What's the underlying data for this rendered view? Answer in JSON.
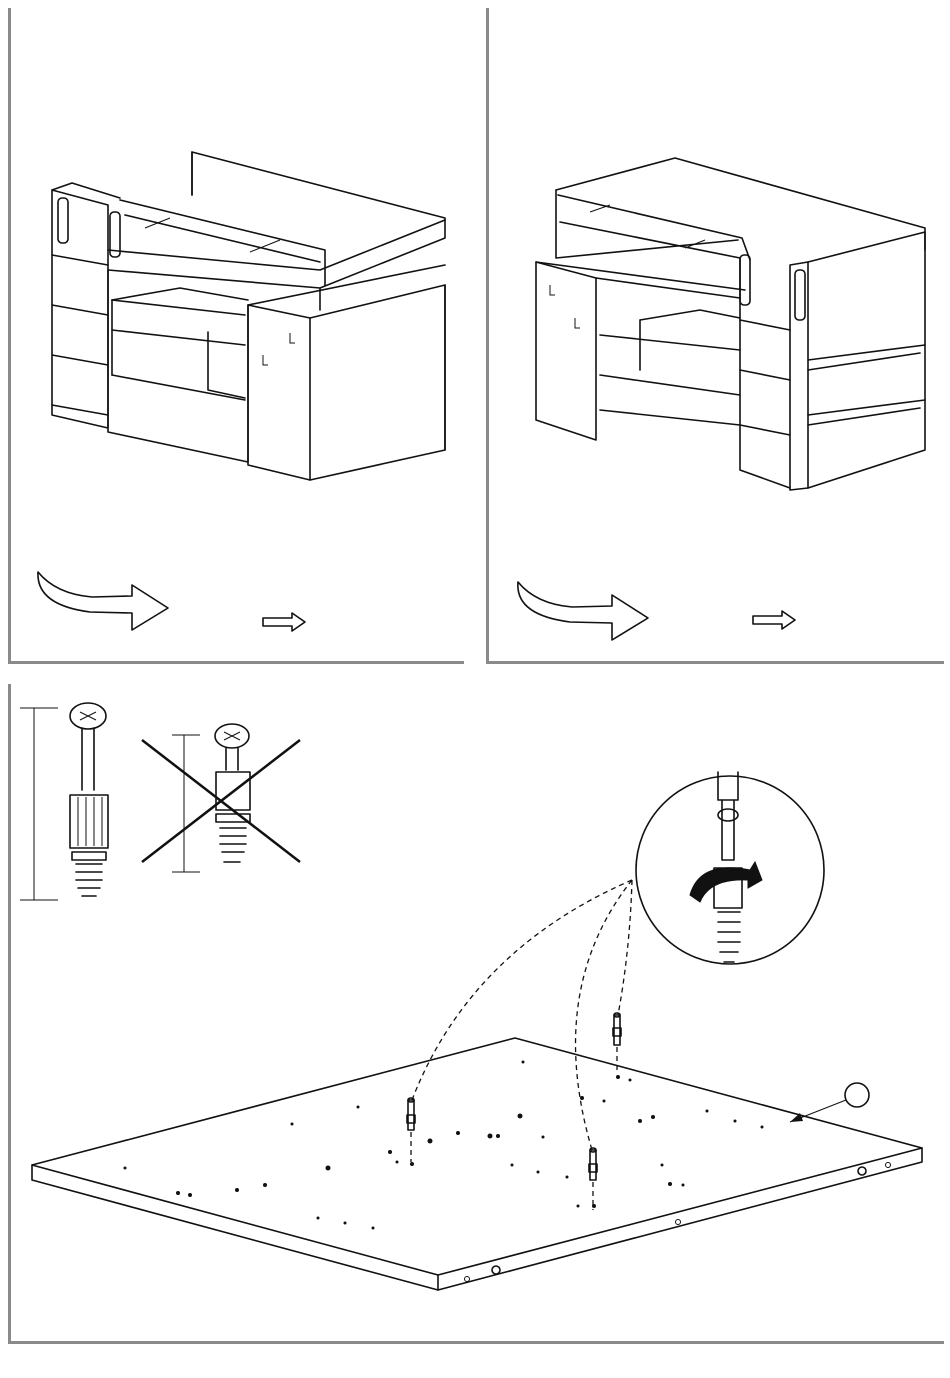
{
  "document": {
    "panels": [
      {
        "id": "step-left",
        "description_icon": "loft-bed-assembled-view"
      },
      {
        "id": "step-right",
        "description_icon": "loft-bed-mirrored-view"
      },
      {
        "id": "step-bottom",
        "description_icon": "cam-bolt-panel-installation"
      }
    ],
    "icons": {
      "curved_arrow": "curved-rotate-arrow-icon",
      "direction_arrow": "right-arrow-icon",
      "correct_bolt": "cam-bolt-correct-icon",
      "wrong_bolt": "cam-bolt-wrong-icon",
      "magnifier": "screwdriver-detail-icon",
      "part_callout": "part-callout-circle"
    }
  }
}
